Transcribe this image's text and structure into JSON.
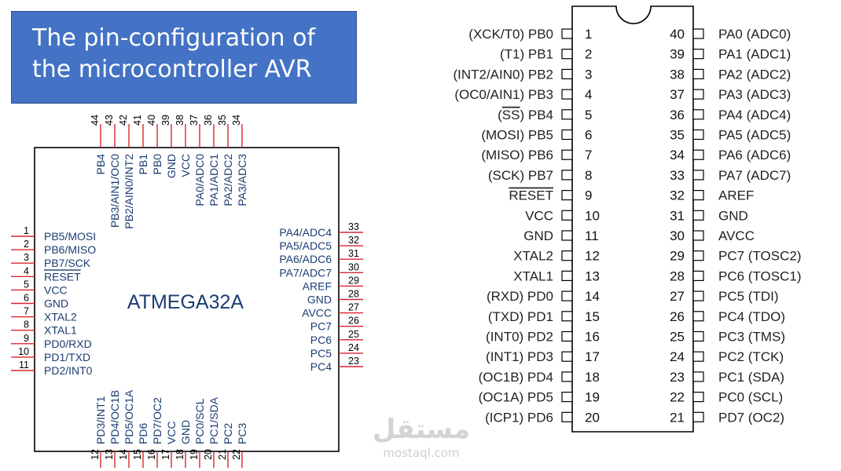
{
  "title": {
    "line1": "The pin-configuration of",
    "line2": "the microcontroller AVR"
  },
  "chip_name": "ATMEGA32A",
  "colors": {
    "title_bg": "#4472c4",
    "title_text": "#ffffff",
    "pin_red": "#d9262c",
    "label_blue": "#1b3c73"
  },
  "qfp": {
    "left": [
      {
        "n": "1",
        "label": "PB5/MOSI"
      },
      {
        "n": "2",
        "label": "PB6/MISO"
      },
      {
        "n": "3",
        "label": "PB7/SCK"
      },
      {
        "n": "4",
        "label": "RESET",
        "overline": true
      },
      {
        "n": "5",
        "label": "VCC"
      },
      {
        "n": "6",
        "label": "GND"
      },
      {
        "n": "7",
        "label": "XTAL2"
      },
      {
        "n": "8",
        "label": "XTAL1"
      },
      {
        "n": "9",
        "label": "PD0/RXD"
      },
      {
        "n": "10",
        "label": "PD1/TXD"
      },
      {
        "n": "11",
        "label": "PD2/INT0"
      }
    ],
    "bottom": [
      {
        "n": "12",
        "label": "PD3/INT1"
      },
      {
        "n": "13",
        "label": "PD4/OC1B"
      },
      {
        "n": "14",
        "label": "PD5/OC1A"
      },
      {
        "n": "15",
        "label": "PD6"
      },
      {
        "n": "16",
        "label": "PD7/OC2"
      },
      {
        "n": "17",
        "label": "VCC"
      },
      {
        "n": "18",
        "label": "GND"
      },
      {
        "n": "19",
        "label": "PC0/SCL"
      },
      {
        "n": "20",
        "label": "PC1/SDA"
      },
      {
        "n": "21",
        "label": "PC2"
      },
      {
        "n": "22",
        "label": "PC3"
      }
    ],
    "right": [
      {
        "n": "33",
        "label": "PA4/ADC4"
      },
      {
        "n": "32",
        "label": "PA5/ADC5"
      },
      {
        "n": "31",
        "label": "PA6/ADC6"
      },
      {
        "n": "30",
        "label": "PA7/ADC7"
      },
      {
        "n": "29",
        "label": "AREF"
      },
      {
        "n": "28",
        "label": "GND"
      },
      {
        "n": "27",
        "label": "AVCC"
      },
      {
        "n": "26",
        "label": "PC7"
      },
      {
        "n": "25",
        "label": "PC6"
      },
      {
        "n": "24",
        "label": "PC5"
      },
      {
        "n": "23",
        "label": "PC4"
      }
    ],
    "top": [
      {
        "n": "44",
        "label": "PB4"
      },
      {
        "n": "43",
        "label": "PB3/AIN1/OC0"
      },
      {
        "n": "42",
        "label": "PB2/AIN0/INT2"
      },
      {
        "n": "41",
        "label": "PB1"
      },
      {
        "n": "40",
        "label": "PB0"
      },
      {
        "n": "39",
        "label": "GND"
      },
      {
        "n": "38",
        "label": "VCC"
      },
      {
        "n": "37",
        "label": "PA0/ADC0"
      },
      {
        "n": "36",
        "label": "PA1/ADC1"
      },
      {
        "n": "35",
        "label": "PA2/ADC2"
      },
      {
        "n": "34",
        "label": "PA3/ADC3"
      }
    ]
  },
  "dip": {
    "left": [
      {
        "n": "1",
        "func": "(XCK/T0)",
        "port": "PB0"
      },
      {
        "n": "2",
        "func": "(T1)",
        "port": "PB1"
      },
      {
        "n": "3",
        "func": "(INT2/AIN0)",
        "port": "PB2"
      },
      {
        "n": "4",
        "func": "(OC0/AIN1)",
        "port": "PB3"
      },
      {
        "n": "5",
        "func": "(SS)",
        "port": "PB4",
        "overline": true
      },
      {
        "n": "6",
        "func": "(MOSI)",
        "port": "PB5"
      },
      {
        "n": "7",
        "func": "(MISO)",
        "port": "PB6"
      },
      {
        "n": "8",
        "func": "(SCK)",
        "port": "PB7"
      },
      {
        "n": "9",
        "func": "",
        "port": "RESET",
        "overline_port": true
      },
      {
        "n": "10",
        "func": "",
        "port": "VCC"
      },
      {
        "n": "11",
        "func": "",
        "port": "GND"
      },
      {
        "n": "12",
        "func": "",
        "port": "XTAL2"
      },
      {
        "n": "13",
        "func": "",
        "port": "XTAL1"
      },
      {
        "n": "14",
        "func": "(RXD)",
        "port": "PD0"
      },
      {
        "n": "15",
        "func": "(TXD)",
        "port": "PD1"
      },
      {
        "n": "16",
        "func": "(INT0)",
        "port": "PD2"
      },
      {
        "n": "17",
        "func": "(INT1)",
        "port": "PD3"
      },
      {
        "n": "18",
        "func": "(OC1B)",
        "port": "PD4"
      },
      {
        "n": "19",
        "func": "(OC1A)",
        "port": "PD5"
      },
      {
        "n": "20",
        "func": "(ICP1)",
        "port": "PD6"
      }
    ],
    "right": [
      {
        "n": "40",
        "port": "PA0",
        "func": "(ADC0)"
      },
      {
        "n": "39",
        "port": "PA1",
        "func": "(ADC1)"
      },
      {
        "n": "38",
        "port": "PA2",
        "func": "(ADC2)"
      },
      {
        "n": "37",
        "port": "PA3",
        "func": "(ADC3)"
      },
      {
        "n": "36",
        "port": "PA4",
        "func": "(ADC4)"
      },
      {
        "n": "35",
        "port": "PA5",
        "func": "(ADC5)"
      },
      {
        "n": "34",
        "port": "PA6",
        "func": "(ADC6)"
      },
      {
        "n": "33",
        "port": "PA7",
        "func": "(ADC7)"
      },
      {
        "n": "32",
        "port": "AREF",
        "func": ""
      },
      {
        "n": "31",
        "port": "GND",
        "func": ""
      },
      {
        "n": "30",
        "port": "AVCC",
        "func": ""
      },
      {
        "n": "29",
        "port": "PC7",
        "func": "(TOSC2)"
      },
      {
        "n": "28",
        "port": "PC6",
        "func": "(TOSC1)"
      },
      {
        "n": "27",
        "port": "PC5",
        "func": "(TDI)"
      },
      {
        "n": "26",
        "port": "PC4",
        "func": "(TDO)"
      },
      {
        "n": "25",
        "port": "PC3",
        "func": "(TMS)"
      },
      {
        "n": "24",
        "port": "PC2",
        "func": "(TCK)"
      },
      {
        "n": "23",
        "port": "PC1",
        "func": "(SDA)"
      },
      {
        "n": "22",
        "port": "PC0",
        "func": "(SCL)"
      },
      {
        "n": "21",
        "port": "PD7",
        "func": "(OC2)"
      }
    ]
  },
  "watermark": {
    "arabic": "مستقل",
    "latin": "mostaql.com"
  }
}
